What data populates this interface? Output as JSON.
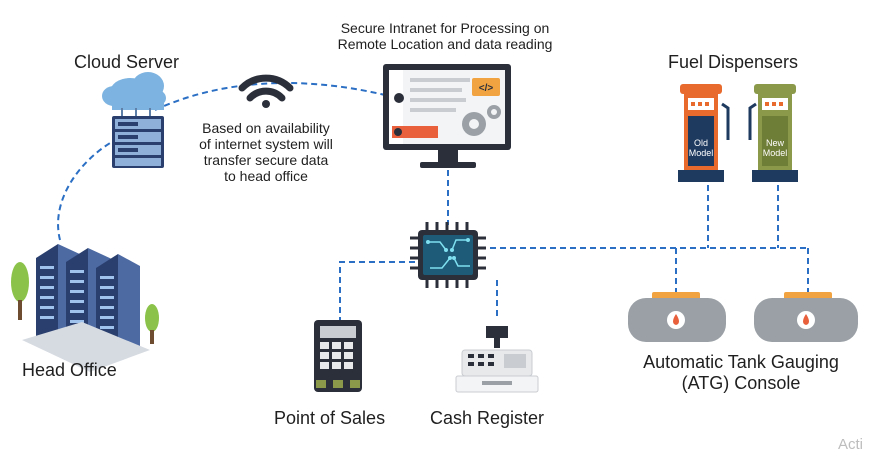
{
  "labels": {
    "cloud_server": "Cloud Server",
    "wifi_note": [
      "Based on availability",
      "of internet system will",
      "transfer secure data",
      "to head office"
    ],
    "intranet_note": [
      "Secure Intranet for Processing on",
      "Remote Location and data reading"
    ],
    "fuel_dispensers": "Fuel Dispensers",
    "old_model": [
      "Old",
      "Model"
    ],
    "new_model": [
      "New",
      "Model"
    ],
    "head_office": "Head Office",
    "point_of_sales": "Point of Sales",
    "cash_register": "Cash Register",
    "atg_console": [
      "Automatic Tank Gauging",
      "(ATG) Console"
    ],
    "code_icon_text": "</>",
    "watermark": "Acti"
  },
  "colors": {
    "link_line": "#2b6fc4",
    "dispenser_old": "#e86a2c",
    "dispenser_new": "#8a9a4a",
    "dispenser_dark": "#1e3a5f",
    "tank_body": "#9aa0a6",
    "tank_cap": "#f2a341",
    "chip_body": "#1e5b78",
    "chip_trace": "#7fe0f0",
    "monitor_dark": "#2b2f3a",
    "server_blue": "#2a3f6e",
    "cloud_blue": "#7cb3e0"
  }
}
